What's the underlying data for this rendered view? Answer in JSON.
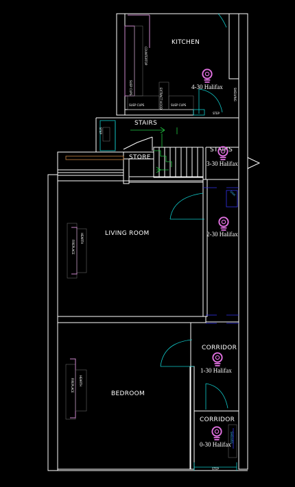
{
  "rooms": {
    "kitchen": "KITCHEN",
    "stairs_upper": "STAIRS",
    "stairs_lower": "STAIRS",
    "store": "STORE",
    "living_room": "LIVING ROOM",
    "corridor_1": "CORRIDOR",
    "bedroom": "BEDROOM",
    "corridor_0": "CORRIDOR"
  },
  "sensors": [
    {
      "id": "s4",
      "label": "4-30 Halifax"
    },
    {
      "id": "s3",
      "label": "3-30 Halifax"
    },
    {
      "id": "s2",
      "label": "2-30 Halifax"
    },
    {
      "id": "s1",
      "label": "1-30 Halifax"
    },
    {
      "id": "s0",
      "label": "0-30 Halifax"
    }
  ],
  "annotations": {
    "countertop": "COUNTERTOP",
    "suep_cups_left": "SUEP CUPS",
    "suep_cups_mid": "SUEP CUPS",
    "suep_cups_right": "SUEP CUPS",
    "extract_hood": "EXTRACT HOOD",
    "shelving": "SHELVING",
    "step_kitchen": "STEP",
    "step_stairs": "STEP",
    "step_bottom": "STEP",
    "hearth_living": "HEARTH",
    "fireplace_living": "FIREPLACE",
    "hearth_bedroom": "HEARTH",
    "fireplace_bedroom": "FIREPLACE",
    "shelves": "SHELVES",
    "sink": "SINK"
  },
  "colors": {
    "background": "#000000",
    "walls": "#ffffff",
    "sensor_icon": "#e070e0",
    "doors": "#19c4c4",
    "stairs": "#22cc44",
    "fixtures": "#c080c0"
  }
}
